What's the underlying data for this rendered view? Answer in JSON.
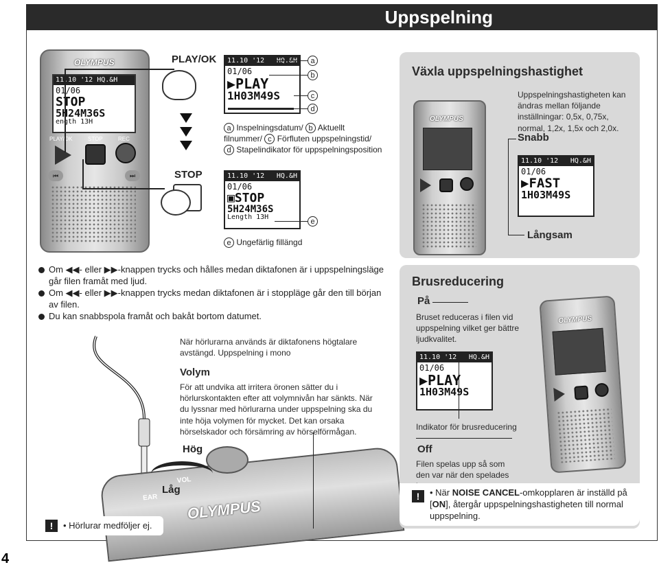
{
  "header": {
    "title": "Uppspelning"
  },
  "page_number": "4",
  "device_main": {
    "brand": "OLYMPUS",
    "lcd": {
      "line1": "11.10 '12   HQ.&H",
      "line2": "01/06",
      "status": "STOP",
      "time": "5H24M36S",
      "length": "ength 13H"
    },
    "buttons": {
      "play": "PLAY/OK",
      "stop": "STOP",
      "rec": "REC"
    }
  },
  "play_section": {
    "label": "PLAY/OK",
    "lcd": {
      "line1": "11.10 '12",
      "hq": "HQ.&H",
      "line2": "01/06",
      "status": "PLAY",
      "time": "1H03M49S"
    },
    "callouts": [
      "a",
      "b",
      "c",
      "d"
    ],
    "legend": {
      "a": "a",
      "a_text": "Inspelningsdatum/",
      "b": "b",
      "b_text": "Aktuellt",
      "line2": "filnummer/",
      "c": "c",
      "c_text": "Förfluten uppspelningstid/",
      "d": "d",
      "d_text": "Stapelindikator för uppspelningsposition"
    }
  },
  "stop_section": {
    "label": "STOP",
    "lcd": {
      "line1": "11.10 '12",
      "hq": "HQ.&H",
      "line2": "01/06",
      "status": "STOP",
      "time": "5H24M36S",
      "length": "Length 13H"
    },
    "callout": "e",
    "legend_circ": "e",
    "legend_text": "Ungefärlig fillängd"
  },
  "speed_box": {
    "title": "Växla uppspelningshastighet",
    "text": "Uppspelningshastigheten kan ändras mellan följande inställningar: 0,5x, 0,75x, normal, 1,2x, 1,5x och 2,0x.",
    "fast_label": "Snabb",
    "slow_label": "Långsam",
    "lcd": {
      "line1": "11.10 '12",
      "hq": "HQ.&H",
      "line2": "01/06",
      "status": "FAST",
      "time": "1H03M49S"
    }
  },
  "bullets": [
    "Om ◀◀- eller ▶▶-knappen trycks och hålles medan diktafonen är i uppspelningsläge går filen framåt med ljud.",
    "Om ◀◀- eller ▶▶-knappen trycks medan diktafonen är i stoppläge går den till början av filen.",
    "Du kan snabbspola framåt och bakåt bortom datumet."
  ],
  "headphone_note": "När hörlurarna används är diktafonens högtalare avstängd. Uppspelning i mono",
  "volume": {
    "title": "Volym",
    "text": "För att undvika att irritera öronen sätter du i hörlurskontakten efter att volymnivån har sänkts. När du lyssnar med hörlurarna under uppspelning ska du inte höja volymen för mycket. Det kan orsaka hörselskador och försämring av hörselförmågan.",
    "high": "Hög",
    "low": "Låg",
    "ear_label": "EAR",
    "vol_label": "VOL",
    "brand": "OLYMPUS"
  },
  "headphone_warning": {
    "icon": "!",
    "text": "Hörlurar medföljer ej."
  },
  "noise_box": {
    "title": "Brusreducering",
    "on_label": "På",
    "on_text": "Bruset reduceras i filen vid uppspelning vilket ger bättre ljudkvalitet.",
    "lcd": {
      "line1": "11.10 '12",
      "hq": "HQ.&H",
      "line2": "01/06",
      "status": "PLAY",
      "time": "1H03M49S"
    },
    "indicator_label": "Indikator för brusreducering",
    "off_label": "Off",
    "off_text": "Filen spelas upp så som den var när den spelades in.",
    "warning_icon": "!",
    "warning_parts": [
      "När ",
      "NOISE CANCEL",
      "-omkopplaren är inställd på [",
      "ON",
      "], återgår uppspelningshastigheten till normal uppspelning."
    ],
    "device_brand": "OLYMPUS"
  },
  "colors": {
    "title_bar": "#2a2a2a",
    "grey_panel": "#d9d9d9"
  }
}
